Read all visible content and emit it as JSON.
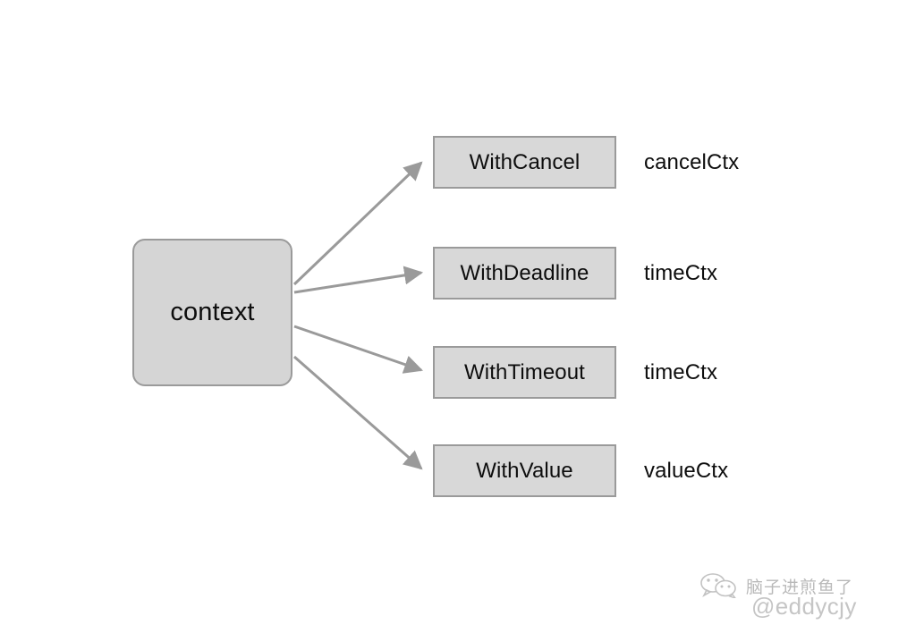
{
  "diagram": {
    "type": "flow",
    "root": {
      "label": "context",
      "shape": "rounded-rectangle",
      "fill": "#d5d5d5",
      "stroke": "#9a9a9a"
    },
    "branches": [
      {
        "function": "WithCancel",
        "returns": "cancelCtx"
      },
      {
        "function": "WithDeadline",
        "returns": "timeCtx"
      },
      {
        "function": "WithTimeout",
        "returns": "timeCtx"
      },
      {
        "function": "WithValue",
        "returns": "valueCtx"
      }
    ],
    "edge_color": "#9a9a9a",
    "node_fill": "#d8d8d8",
    "node_stroke": "#9a9a9a",
    "text_color": "#0d0d0d",
    "background": "#ffffff"
  },
  "watermark": {
    "icon": "wechat-icon",
    "account_name": "脑子进煎鱼了",
    "handle": "@eddycjy",
    "color": "#8f8f8f"
  }
}
